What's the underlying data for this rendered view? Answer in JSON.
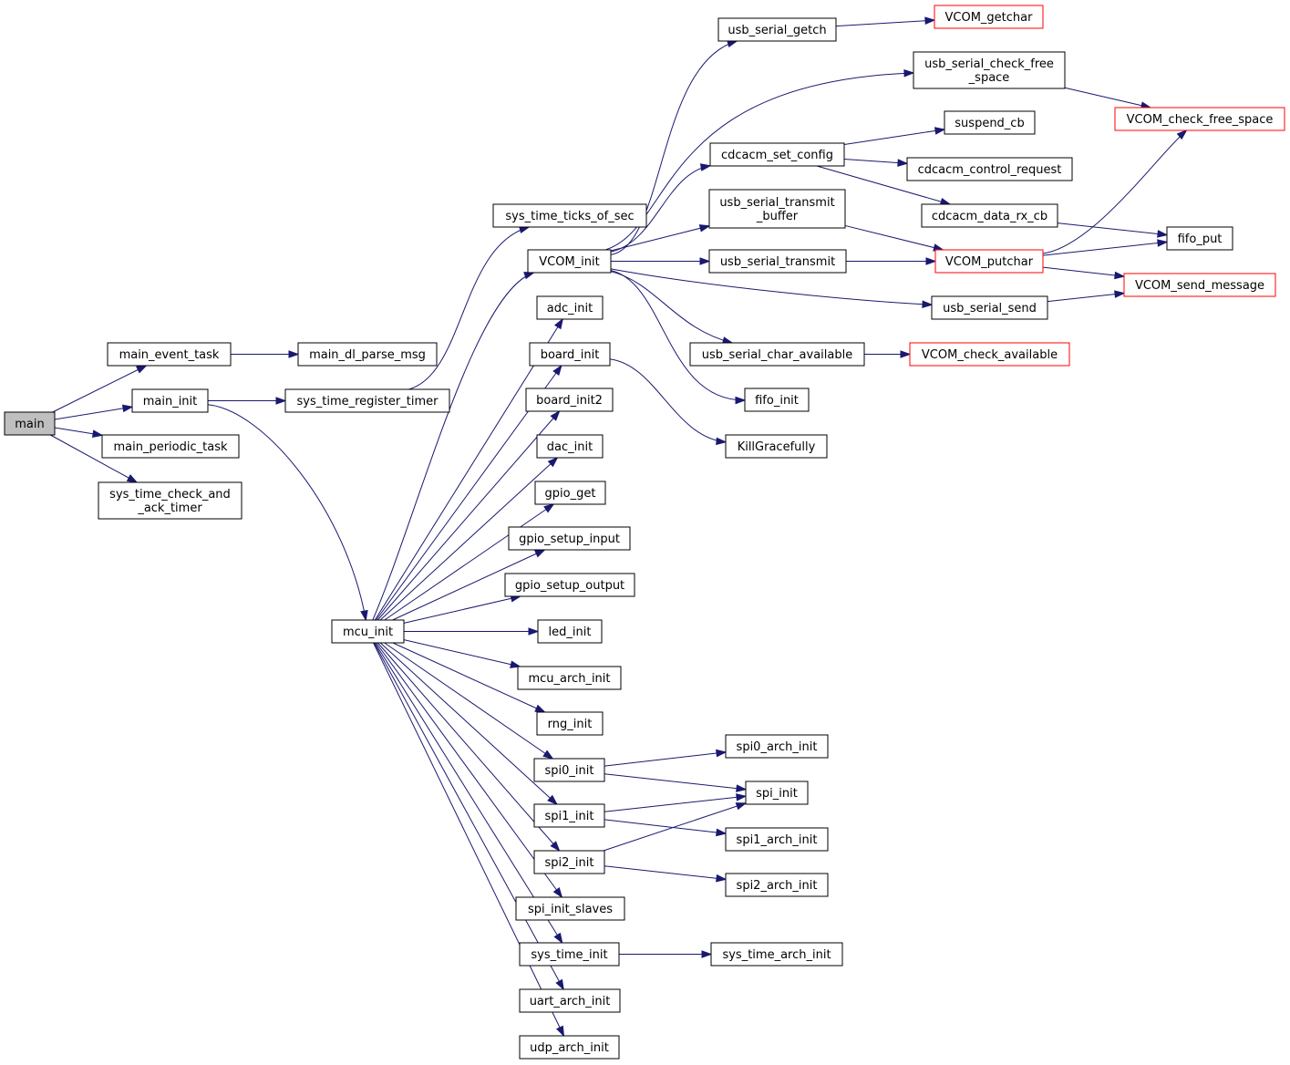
{
  "graph": {
    "colors": {
      "edge": "#191970",
      "root_fill": "#bfbfbf",
      "truncated_border": "#ff0000",
      "node_border": "#000000"
    },
    "nodes": [
      {
        "id": "main",
        "label": [
          "main"
        ],
        "root": true
      },
      {
        "id": "main_event_task",
        "label": [
          "main_event_task"
        ]
      },
      {
        "id": "main_init",
        "label": [
          "main_init"
        ]
      },
      {
        "id": "main_periodic_task",
        "label": [
          "main_periodic_task"
        ]
      },
      {
        "id": "sys_time_check_and_ack_timer",
        "label": [
          "sys_time_check_and",
          "_ack_timer"
        ]
      },
      {
        "id": "main_dl_parse_msg",
        "label": [
          "main_dl_parse_msg"
        ]
      },
      {
        "id": "sys_time_register_timer",
        "label": [
          "sys_time_register_timer"
        ]
      },
      {
        "id": "mcu_init",
        "label": [
          "mcu_init"
        ]
      },
      {
        "id": "sys_time_ticks_of_sec",
        "label": [
          "sys_time_ticks_of_sec"
        ]
      },
      {
        "id": "VCOM_init",
        "label": [
          "VCOM_init"
        ]
      },
      {
        "id": "adc_init",
        "label": [
          "adc_init"
        ]
      },
      {
        "id": "board_init",
        "label": [
          "board_init"
        ]
      },
      {
        "id": "board_init2",
        "label": [
          "board_init2"
        ]
      },
      {
        "id": "dac_init",
        "label": [
          "dac_init"
        ]
      },
      {
        "id": "gpio_get",
        "label": [
          "gpio_get"
        ]
      },
      {
        "id": "gpio_setup_input",
        "label": [
          "gpio_setup_input"
        ]
      },
      {
        "id": "gpio_setup_output",
        "label": [
          "gpio_setup_output"
        ]
      },
      {
        "id": "led_init",
        "label": [
          "led_init"
        ]
      },
      {
        "id": "mcu_arch_init",
        "label": [
          "mcu_arch_init"
        ]
      },
      {
        "id": "rng_init",
        "label": [
          "rng_init"
        ]
      },
      {
        "id": "spi0_init",
        "label": [
          "spi0_init"
        ]
      },
      {
        "id": "spi1_init",
        "label": [
          "spi1_init"
        ]
      },
      {
        "id": "spi2_init",
        "label": [
          "spi2_init"
        ]
      },
      {
        "id": "spi_init_slaves",
        "label": [
          "spi_init_slaves"
        ]
      },
      {
        "id": "sys_time_init",
        "label": [
          "sys_time_init"
        ]
      },
      {
        "id": "uart_arch_init",
        "label": [
          "uart_arch_init"
        ]
      },
      {
        "id": "udp_arch_init",
        "label": [
          "udp_arch_init"
        ]
      },
      {
        "id": "usb_serial_getch",
        "label": [
          "usb_serial_getch"
        ]
      },
      {
        "id": "cdcacm_set_config",
        "label": [
          "cdcacm_set_config"
        ]
      },
      {
        "id": "usb_serial_transmit_buffer",
        "label": [
          "usb_serial_transmit",
          "_buffer"
        ]
      },
      {
        "id": "usb_serial_transmit",
        "label": [
          "usb_serial_transmit"
        ]
      },
      {
        "id": "usb_serial_char_available",
        "label": [
          "usb_serial_char_available"
        ]
      },
      {
        "id": "fifo_init",
        "label": [
          "fifo_init"
        ]
      },
      {
        "id": "KillGracefully",
        "label": [
          "KillGracefully"
        ]
      },
      {
        "id": "spi0_arch_init",
        "label": [
          "spi0_arch_init"
        ]
      },
      {
        "id": "spi_init",
        "label": [
          "spi_init"
        ]
      },
      {
        "id": "spi1_arch_init",
        "label": [
          "spi1_arch_init"
        ]
      },
      {
        "id": "spi2_arch_init",
        "label": [
          "spi2_arch_init"
        ]
      },
      {
        "id": "sys_time_arch_init",
        "label": [
          "sys_time_arch_init"
        ]
      },
      {
        "id": "VCOM_getchar",
        "label": [
          "VCOM_getchar"
        ],
        "truncated": true
      },
      {
        "id": "usb_serial_check_free_space",
        "label": [
          "usb_serial_check_free",
          "_space"
        ]
      },
      {
        "id": "suspend_cb",
        "label": [
          "suspend_cb"
        ]
      },
      {
        "id": "cdcacm_control_request",
        "label": [
          "cdcacm_control_request"
        ]
      },
      {
        "id": "cdcacm_data_rx_cb",
        "label": [
          "cdcacm_data_rx_cb"
        ]
      },
      {
        "id": "VCOM_putchar",
        "label": [
          "VCOM_putchar"
        ],
        "truncated": true
      },
      {
        "id": "usb_serial_send",
        "label": [
          "usb_serial_send"
        ]
      },
      {
        "id": "VCOM_check_available",
        "label": [
          "VCOM_check_available"
        ],
        "truncated": true
      },
      {
        "id": "VCOM_check_free_space",
        "label": [
          "VCOM_check_free_space"
        ],
        "truncated": true
      },
      {
        "id": "fifo_put",
        "label": [
          "fifo_put"
        ]
      },
      {
        "id": "VCOM_send_message",
        "label": [
          "VCOM_send_message"
        ],
        "truncated": true
      }
    ],
    "edges": [
      [
        "main",
        "main_event_task"
      ],
      [
        "main",
        "main_init"
      ],
      [
        "main",
        "main_periodic_task"
      ],
      [
        "main",
        "sys_time_check_and_ack_timer"
      ],
      [
        "main_event_task",
        "main_dl_parse_msg"
      ],
      [
        "main_init",
        "sys_time_register_timer"
      ],
      [
        "main_init",
        "mcu_init"
      ],
      [
        "sys_time_register_timer",
        "sys_time_ticks_of_sec"
      ],
      [
        "mcu_init",
        "VCOM_init"
      ],
      [
        "mcu_init",
        "adc_init"
      ],
      [
        "mcu_init",
        "board_init"
      ],
      [
        "mcu_init",
        "board_init2"
      ],
      [
        "mcu_init",
        "dac_init"
      ],
      [
        "mcu_init",
        "gpio_get"
      ],
      [
        "mcu_init",
        "gpio_setup_input"
      ],
      [
        "mcu_init",
        "gpio_setup_output"
      ],
      [
        "mcu_init",
        "led_init"
      ],
      [
        "mcu_init",
        "mcu_arch_init"
      ],
      [
        "mcu_init",
        "rng_init"
      ],
      [
        "mcu_init",
        "spi0_init"
      ],
      [
        "mcu_init",
        "spi1_init"
      ],
      [
        "mcu_init",
        "spi2_init"
      ],
      [
        "mcu_init",
        "spi_init_slaves"
      ],
      [
        "mcu_init",
        "sys_time_init"
      ],
      [
        "mcu_init",
        "uart_arch_init"
      ],
      [
        "mcu_init",
        "udp_arch_init"
      ],
      [
        "VCOM_init",
        "usb_serial_getch"
      ],
      [
        "VCOM_init",
        "usb_serial_check_free_space"
      ],
      [
        "VCOM_init",
        "cdcacm_set_config"
      ],
      [
        "VCOM_init",
        "usb_serial_transmit_buffer"
      ],
      [
        "VCOM_init",
        "usb_serial_transmit"
      ],
      [
        "VCOM_init",
        "usb_serial_send"
      ],
      [
        "VCOM_init",
        "usb_serial_char_available"
      ],
      [
        "VCOM_init",
        "fifo_init"
      ],
      [
        "board_init",
        "KillGracefully"
      ],
      [
        "spi0_init",
        "spi0_arch_init"
      ],
      [
        "spi0_init",
        "spi_init"
      ],
      [
        "spi1_init",
        "spi_init"
      ],
      [
        "spi1_init",
        "spi1_arch_init"
      ],
      [
        "spi2_init",
        "spi_init"
      ],
      [
        "spi2_init",
        "spi2_arch_init"
      ],
      [
        "sys_time_init",
        "sys_time_arch_init"
      ],
      [
        "usb_serial_getch",
        "VCOM_getchar"
      ],
      [
        "usb_serial_check_free_space",
        "VCOM_check_free_space"
      ],
      [
        "cdcacm_set_config",
        "suspend_cb"
      ],
      [
        "cdcacm_set_config",
        "cdcacm_control_request"
      ],
      [
        "cdcacm_set_config",
        "cdcacm_data_rx_cb"
      ],
      [
        "cdcacm_data_rx_cb",
        "fifo_put"
      ],
      [
        "usb_serial_transmit_buffer",
        "VCOM_putchar"
      ],
      [
        "usb_serial_transmit",
        "VCOM_putchar"
      ],
      [
        "usb_serial_send",
        "VCOM_send_message"
      ],
      [
        "usb_serial_char_available",
        "VCOM_check_available"
      ],
      [
        "VCOM_putchar",
        "VCOM_check_free_space"
      ],
      [
        "VCOM_putchar",
        "fifo_put"
      ],
      [
        "VCOM_putchar",
        "VCOM_send_message"
      ]
    ]
  }
}
